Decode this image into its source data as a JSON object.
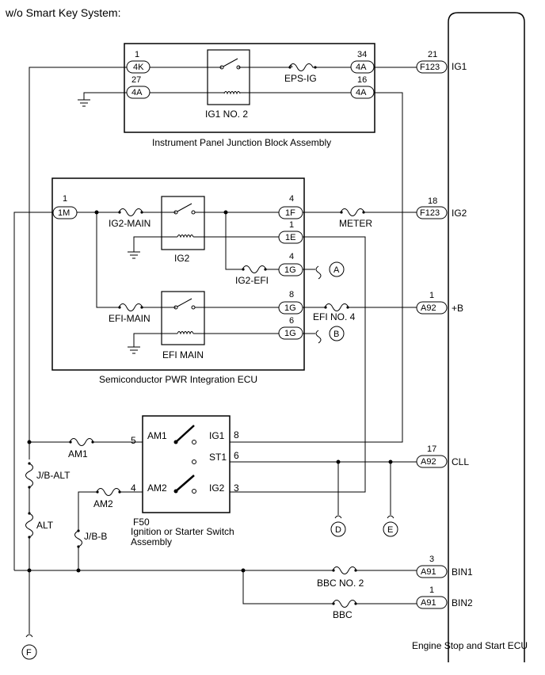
{
  "header": {
    "title": "w/o Smart Key System:"
  },
  "ecu": {
    "label": "Engine Stop and Start ECU"
  },
  "junction_block": {
    "label": "Instrument Panel Junction Block Assembly",
    "relay": "IG1 NO. 2",
    "fuse": "EPS-IG",
    "pins": [
      {
        "num": "1",
        "code": "4K"
      },
      {
        "num": "27",
        "code": "4A"
      },
      {
        "num": "34",
        "code": "4A"
      },
      {
        "num": "16",
        "code": "4A"
      }
    ]
  },
  "pwr_ecu": {
    "label": "Semiconductor PWR Integration ECU",
    "relay_ig2": "IG2",
    "relay_efi": "EFI MAIN",
    "fuses": {
      "ig2_main": "IG2-MAIN",
      "efi_main": "EFI-MAIN",
      "ig2_efi": "IG2-EFI"
    },
    "pins": [
      {
        "num": "1",
        "code": "1M"
      },
      {
        "num": "4",
        "code": "1F"
      },
      {
        "num": "1",
        "code": "1E"
      },
      {
        "num": "4",
        "code": "1G"
      },
      {
        "num": "8",
        "code": "1G"
      },
      {
        "num": "6",
        "code": "1G"
      }
    ]
  },
  "switch": {
    "id": "F50",
    "name_line1": "Ignition or Starter Switch",
    "name_line2": "Assembly",
    "terminals": {
      "am1": "AM1",
      "am2": "AM2",
      "ig1": "IG1",
      "st1": "ST1",
      "ig2": "IG2"
    },
    "pins": {
      "am1": "5",
      "am2": "4",
      "ig1": "8",
      "st1": "6",
      "ig2": "3"
    }
  },
  "external_fuses": {
    "meter": "METER",
    "efi_no4": "EFI NO. 4",
    "am1": "AM1",
    "am2": "AM2",
    "jb_alt": "J/B-ALT",
    "alt": "ALT",
    "jb_b": "J/B-B",
    "bbc_no2": "BBC NO. 2",
    "bbc": "BBC"
  },
  "connectors": [
    {
      "num": "21",
      "code": "F123",
      "signal": "IG1"
    },
    {
      "num": "18",
      "code": "F123",
      "signal": "IG2"
    },
    {
      "num": "1",
      "code": "A92",
      "signal": "+B"
    },
    {
      "num": "17",
      "code": "A92",
      "signal": "CLL"
    },
    {
      "num": "3",
      "code": "A91",
      "signal": "BIN1"
    },
    {
      "num": "1",
      "code": "A91",
      "signal": "BIN2"
    }
  ],
  "refs": {
    "a": "A",
    "b": "B",
    "d": "D",
    "e": "E",
    "f": "F"
  }
}
